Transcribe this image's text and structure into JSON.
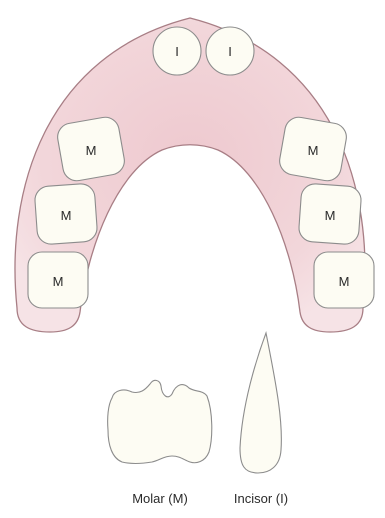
{
  "colors": {
    "gum_fill": "#f3dde0",
    "gum_edge": "#a87e85",
    "gum_inner_glow": "#eac6cc",
    "tooth_fill": "#fdfcf3",
    "tooth_edge": "#8c8c8c"
  },
  "arch": {
    "incisors": [
      {
        "label": "I"
      },
      {
        "label": "I"
      }
    ],
    "left_molars": [
      {
        "label": "M"
      },
      {
        "label": "M"
      },
      {
        "label": "M"
      }
    ],
    "right_molars": [
      {
        "label": "M"
      },
      {
        "label": "M"
      },
      {
        "label": "M"
      }
    ]
  },
  "legend": {
    "molar_caption": "Molar (M)",
    "incisor_caption": "Incisor (I)"
  }
}
